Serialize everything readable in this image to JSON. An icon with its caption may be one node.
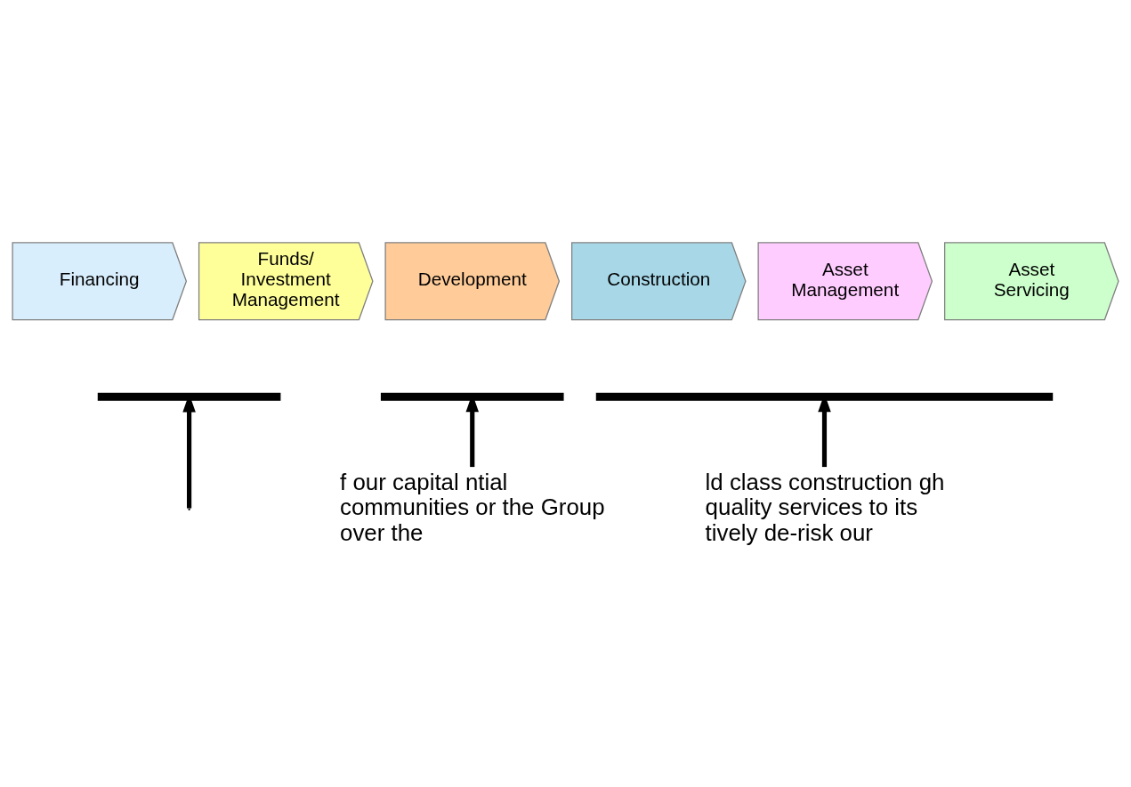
{
  "diagram": {
    "nodes": [
      {
        "text": [
          "Financing"
        ]
      },
      {
        "text": [
          "Funds/ Investment Management"
        ]
      },
      {
        "text": [
          "Development"
        ]
      },
      {
        "text": [
          "Construction"
        ]
      },
      {
        "text": [
          "Asset Management"
        ]
      },
      {
        "text": [
          "Asset Servicing"
        ]
      },
      {
        "text": [],
        "shape": "bar"
      },
      {
        "text": [],
        "shape": "bar"
      },
      {
        "text": [],
        "shape": "bar"
      },
      {
        "text": [
          "f our capital ntial communities or the Group over the"
        ]
      },
      {
        "text": [
          "ld class construction gh quality services to its tively de-risk our"
        ]
      }
    ],
    "edges": [
      {
        "from": null,
        "to": 6,
        "arrow": "to"
      },
      {
        "from": 9,
        "to": 7,
        "arrow": "to"
      },
      {
        "from": 10,
        "to": 8,
        "arrow": "to"
      }
    ]
  }
}
